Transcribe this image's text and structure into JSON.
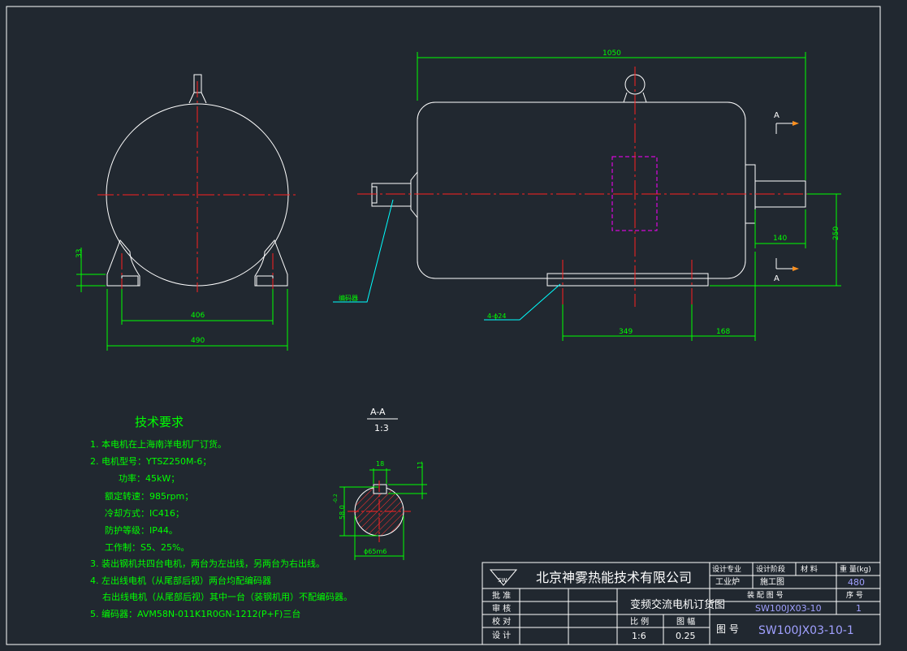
{
  "colors": {
    "background": "#212830",
    "outline": "#ffffff",
    "centerline": "#ff2020",
    "dimension": "#00ff00",
    "leader": "#00ffff",
    "hidden": "#ff00ff",
    "hatch": "#ff3030",
    "notes_text": "#00ff00",
    "title_text": "#ffffff",
    "title_value": "#a0a0ff"
  },
  "dimensions": {
    "d1050": "1050",
    "d33": "33",
    "d406": "406",
    "d490": "490",
    "d140": "140",
    "d250": "250",
    "d349": "349",
    "d168": "168",
    "d18": "18",
    "d11": "11",
    "d58": "58.0",
    "d58tol": "-0.2",
    "d65": "ϕ65m6"
  },
  "section_marks": {
    "a_top": "A",
    "a_bottom": "A"
  },
  "labels": {
    "encoder": "编码器",
    "holes": "4-ϕ24",
    "section_title": "A-A",
    "section_scale": "1:3"
  },
  "notes": {
    "title": "技术要求",
    "lines": [
      "1. 本电机在上海南洋电机厂订货。",
      "2. 电机型号：YTSZ250M-6；",
      "功率：45kW；",
      "额定转速：985rpm；",
      "冷却方式：IC416；",
      "防护等级：IP44。",
      "工作制：S5、25%。",
      "3. 装出钢机共四台电机，两台为左出线，另两台为右出线。",
      "4. 左出线电机（从尾部后视）两台均配编码器",
      "右出线电机（从尾部后视）其中一台（装钢机用）不配编码器。",
      "5. 编码器：AVM58N-011K1R0GN-1212(P+F)三台"
    ]
  },
  "title_block": {
    "company": "北京神雾热能技术有限公司",
    "logo_text": "SW",
    "drawing_name": "变频交流电机订货图",
    "roles": [
      "批 准",
      "审 核",
      "校 对",
      "设 计"
    ],
    "header_design_unit": "设计专业",
    "header_design_stage": "设计阶段",
    "header_material": "材 料",
    "header_weight": "重 量(kg)",
    "dept": "工业炉",
    "stage": "施工图",
    "weight": "480",
    "assembly_label": "装 配 图 号",
    "seq_label": "序 号",
    "assembly_no": "SW100JX03-10",
    "seq_no": "1",
    "scale_label": "比 例",
    "sheet_label": "图 幅",
    "scale": "1:6",
    "sheet": "0.25",
    "drawing_no_label": "图 号",
    "drawing_no": "SW100JX03-10-1"
  }
}
